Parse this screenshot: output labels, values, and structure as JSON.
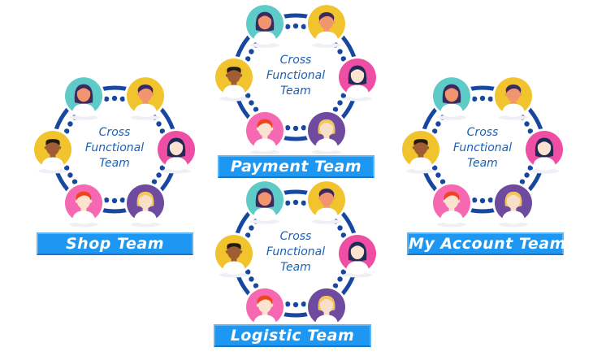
{
  "center_label": {
    "line1": "Cross",
    "line2": "Functional",
    "line3": "Team"
  },
  "teams": [
    {
      "id": "shop",
      "name": "Shop Team"
    },
    {
      "id": "payment",
      "name": "Payment Team"
    },
    {
      "id": "logistic",
      "name": "Logistic Team"
    },
    {
      "id": "my-account",
      "name": "My Account Team"
    }
  ],
  "members": [
    {
      "id": "teal-woman-purple-hair",
      "angle": 120,
      "bg": "#5ecbc9",
      "hair": "#3b2a5e",
      "skin": "#f0956e",
      "style": "bob"
    },
    {
      "id": "yellow-person-purple-hair",
      "angle": 60,
      "bg": "#f1c42e",
      "hair": "#3b2a5e",
      "skin": "#f0956e",
      "style": "swept"
    },
    {
      "id": "pink-woman-navy-hair",
      "angle": 0,
      "bg": "#ee4fa5",
      "hair": "#1f2a56",
      "skin": "#fbe3d0",
      "style": "bob"
    },
    {
      "id": "purple-person-blonde",
      "angle": 300,
      "bg": "#6f4ba0",
      "hair": "#f2c75b",
      "skin": "#f8dfc8",
      "style": "mop"
    },
    {
      "id": "pink-person-red-hair",
      "angle": 240,
      "bg": "#f768b3",
      "hair": "#f0441f",
      "skin": "#fbe3d0",
      "style": "swept"
    },
    {
      "id": "yellow-man-dark-skin",
      "angle": 180,
      "bg": "#f1c42e",
      "hair": "#241a12",
      "skin": "#a05c33",
      "style": "flat"
    }
  ],
  "colors": {
    "page_bg": "#ffffff",
    "ring": "#17479e",
    "center_text": "#1e61b2",
    "banner_bg": "#1e97f3",
    "banner_border": "#5eb5f6",
    "banner_border_dark": "#1378cd",
    "banner_text": "#ffffff",
    "shirt": "#ffffff",
    "shadow": "#eef0f5"
  }
}
